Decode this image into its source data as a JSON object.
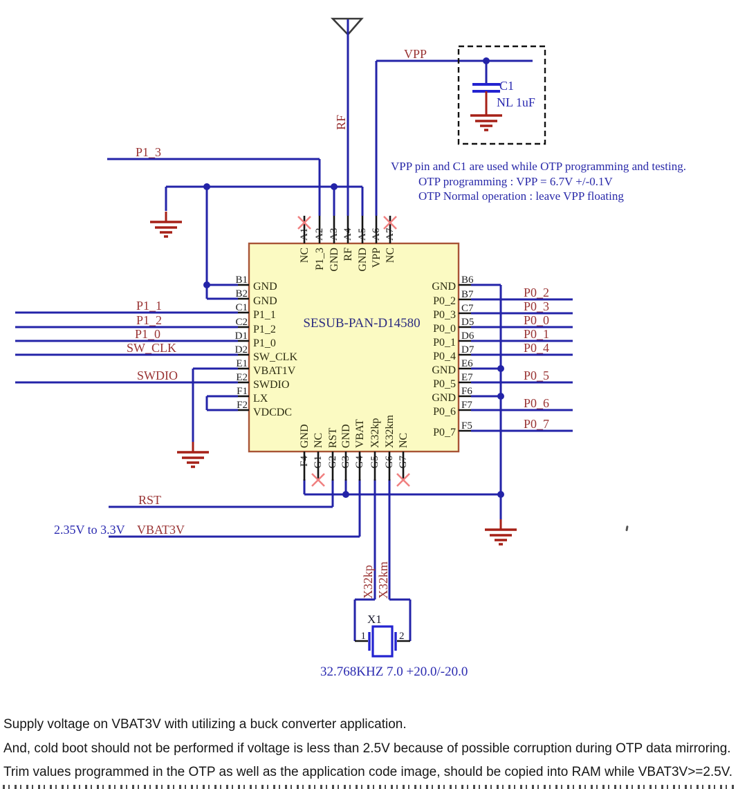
{
  "part": {
    "name": "SESUB-PAN-D14580"
  },
  "chip": {
    "top_pins": [
      {
        "number": "A1",
        "name": "NC"
      },
      {
        "number": "A2",
        "name": "P1_3"
      },
      {
        "number": "A3",
        "name": "GND"
      },
      {
        "number": "A4",
        "name": "RF"
      },
      {
        "number": "A5",
        "name": "GND"
      },
      {
        "number": "A6",
        "name": "VPP"
      },
      {
        "number": "A7",
        "name": "NC"
      }
    ],
    "left_pins": [
      {
        "number": "B1",
        "name": "GND"
      },
      {
        "number": "B2",
        "name": "GND"
      },
      {
        "number": "C1",
        "name": "P1_1"
      },
      {
        "number": "C2",
        "name": "P1_2"
      },
      {
        "number": "D1",
        "name": "P1_0"
      },
      {
        "number": "D2",
        "name": "SW_CLK"
      },
      {
        "number": "E1",
        "name": "VBAT1V"
      },
      {
        "number": "E2",
        "name": "SWDIO"
      },
      {
        "number": "F1",
        "name": "LX"
      },
      {
        "number": "F2",
        "name": "VDCDC"
      }
    ],
    "right_pins": [
      {
        "number": "B6",
        "name": "GND"
      },
      {
        "number": "B7",
        "name": "P0_2"
      },
      {
        "number": "C7",
        "name": "P0_3"
      },
      {
        "number": "D5",
        "name": "P0_0"
      },
      {
        "number": "D6",
        "name": "P0_1"
      },
      {
        "number": "D7",
        "name": "P0_4"
      },
      {
        "number": "E6",
        "name": "GND"
      },
      {
        "number": "E7",
        "name": "P0_5"
      },
      {
        "number": "F6",
        "name": "GND"
      },
      {
        "number": "F7",
        "name": "P0_6"
      },
      {
        "number": "F5",
        "name": "P0_7"
      }
    ],
    "bottom_pins": [
      {
        "number": "F4",
        "name": "GND"
      },
      {
        "number": "G1",
        "name": "NC"
      },
      {
        "number": "G2",
        "name": "RST"
      },
      {
        "number": "G3",
        "name": "GND"
      },
      {
        "number": "G4",
        "name": "VBAT"
      },
      {
        "number": "G5",
        "name": "X32kp"
      },
      {
        "number": "G6",
        "name": "X32km"
      },
      {
        "number": "G7",
        "name": "NC"
      }
    ]
  },
  "net_labels": {
    "p1_3": "P1_3",
    "p1_1": "P1_1",
    "p1_2": "P1_2",
    "p1_0": "P1_0",
    "sw_clk": "SW_CLK",
    "swdio": "SWDIO",
    "rst": "RST",
    "vbat3v": "VBAT3V",
    "vbat_range": "2.35V to 3.3V",
    "p0_2": "P0_2",
    "p0_3": "P0_3",
    "p0_0": "P0_0",
    "p0_1": "P0_1",
    "p0_4": "P0_4",
    "p0_5": "P0_5",
    "p0_6": "P0_6",
    "p0_7": "P0_7",
    "vpp": "VPP",
    "rf": "RF",
    "x32kp": "X32kp",
    "x32km": "X32km"
  },
  "vpp_section": {
    "cap_ref": "C1",
    "cap_value": "NL 1uF",
    "note_line1": "VPP pin and C1 are used while OTP programming and testing.",
    "note_line2": "OTP programming : VPP = 6.7V +/-0.1V",
    "note_line3": "OTP Normal operation : leave VPP floating"
  },
  "crystal": {
    "ref": "X1",
    "pin1": "1",
    "pin2": "2",
    "spec": "32.768KHZ 7.0 +20.0/-20.0"
  },
  "footer": {
    "line1": "Supply voltage on VBAT3V with utilizing a buck converter application.",
    "line2": "And, cold boot should not be performed if voltage is less than 2.5V because of possible corruption during OTP data mirroring.",
    "line3": "Trim values programmed in the OTP as well as the application code image, should be copied into RAM while VBAT3V>=2.5V."
  },
  "colors": {
    "wire": "#2323a8",
    "net_label": "#993333",
    "ground": "#a62017",
    "note_blue": "#2828a8",
    "chip_fill": "#fbfac2",
    "chip_border": "#a85436",
    "nc_x": "#f08080",
    "pin_stub": "#141414"
  }
}
